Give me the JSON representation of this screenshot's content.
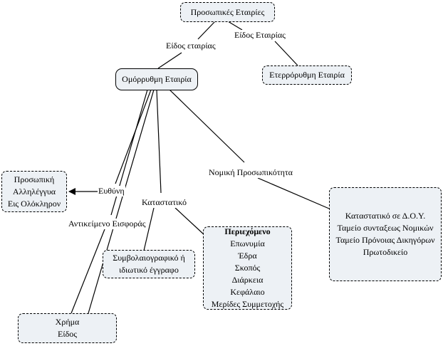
{
  "nodes": {
    "root": "Προσωπικές Εταιρίες",
    "ge": "Ετερρόρυθμη Εταιρία",
    "oe": "Ομόρρυθμη Εταιρία",
    "liability": [
      "Προσωπική",
      "Αλληλέγγυα",
      "Εις Ολόκληρον"
    ],
    "registration": [
      "Καταστατικό σε Δ.Ο.Υ.",
      "Ταμείο συνταξεως Νομικών",
      "Ταμείο Πρόνοιας Δικηγόρων",
      "Πρωτοδικείο"
    ],
    "document": [
      "Συμβολαιογραφικό ή",
      "ιδιωτικό έγγραφο"
    ],
    "contents": {
      "title": "Περιεχόμενο",
      "items": [
        "Επωνυμία",
        "Έδρα",
        "Σκοπός",
        "Διάρκεια",
        "Κεφάλαιο",
        "Μερίδες Συμμετοχής"
      ]
    },
    "contribution": [
      "Χρήμα",
      "Είδος"
    ]
  },
  "labels": {
    "company_type": "Είδος εταιρίας",
    "company_type_alt": "Είδος Εταιρίας",
    "liability": "Ευθύνη",
    "legal_personality": "Νομική Προσωπικότητα",
    "statute": "Καταστατικό",
    "contribution_object": "Αντικείμενο Εισφοράς"
  },
  "colors": {
    "node_fill": "#edf1f5",
    "line": "#000000",
    "background": "#ffffff"
  }
}
